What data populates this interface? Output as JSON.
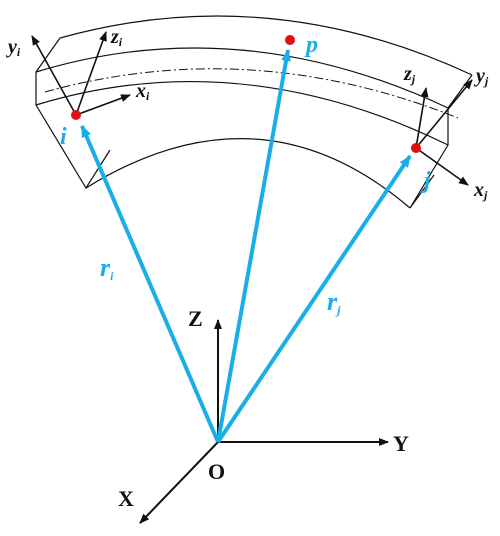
{
  "colors": {
    "vector": "#1aaee8",
    "point": "#e01010",
    "ink": "#111111"
  },
  "global_axes": {
    "origin": "O",
    "x": "X",
    "y": "Y",
    "z": "Z"
  },
  "node_i": {
    "label": "i",
    "position_vector": "r",
    "position_vector_sub": "i",
    "axis_x": "x",
    "axis_y": "y",
    "axis_z": "z",
    "axis_sub": "i"
  },
  "node_j": {
    "label": "j",
    "position_vector": "r",
    "position_vector_sub": "j",
    "axis_x": "x",
    "axis_y": "y",
    "axis_z": "z",
    "axis_sub": "j"
  },
  "point_p": {
    "label": "p"
  }
}
